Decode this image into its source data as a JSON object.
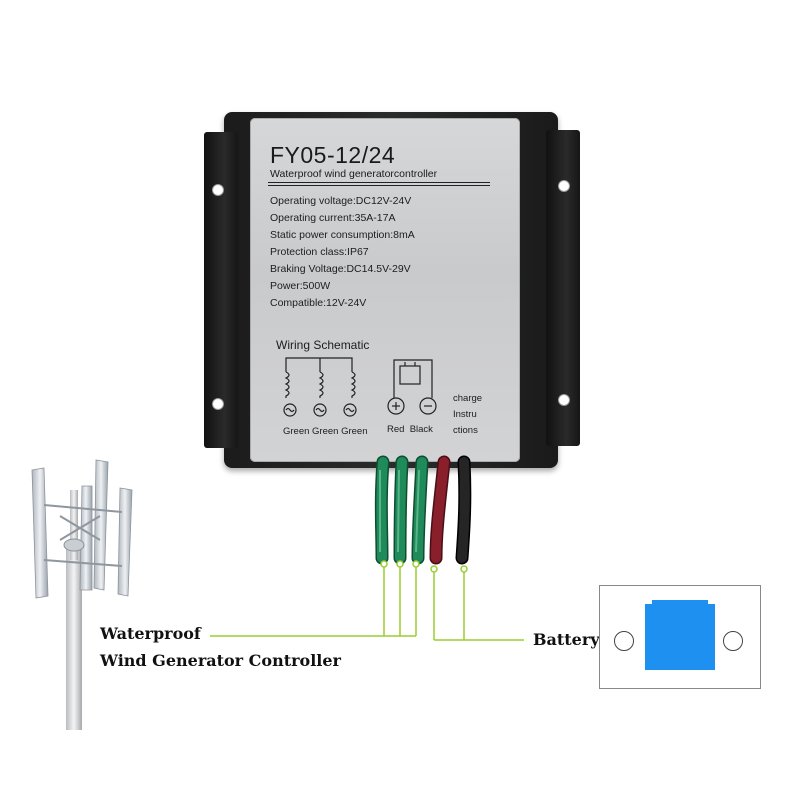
{
  "controller": {
    "model": "FY05-12/24",
    "subtitle": "Waterproof wind generatorcontroller",
    "specs": [
      "Operating voltage:DC12V-24V",
      "Operating current:35A-17A",
      "Static power consumption:8mA",
      "Protection class:IP67",
      "Braking Voltage:DC14.5V-29V",
      "Power:500W",
      "Compatible:12V-24V"
    ],
    "schematic": {
      "title": "Wiring Schematic",
      "generator_labels": "Green Green Green",
      "battery_labels": "Red  Black",
      "charge_lines": [
        "charge",
        "Instru",
        "ctions"
      ]
    }
  },
  "captions": {
    "controller_line1": "Waterproof",
    "controller_line2": "Wind Generator Controller",
    "battery": "Battery"
  },
  "colors": {
    "wire_green": "#1f8a5a",
    "wire_red": "#8a1f2c",
    "wire_black": "#151515",
    "leader_green": "#9acd32",
    "battery_blue": "#1e90f0"
  }
}
